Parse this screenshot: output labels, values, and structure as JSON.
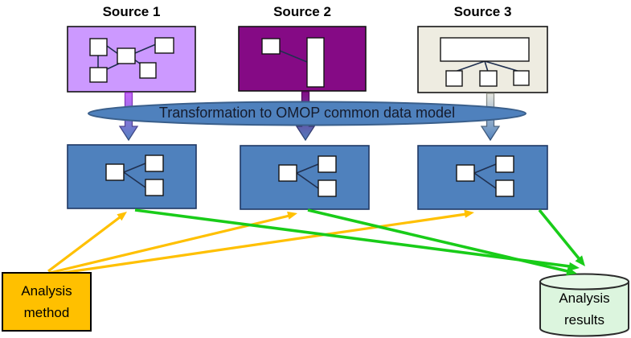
{
  "diagram": {
    "sources": [
      {
        "title": "Source 1"
      },
      {
        "title": "Source 2"
      },
      {
        "title": "Source 3"
      }
    ],
    "transformation_label": "Transformation to OMOP common data model",
    "analysis_method": {
      "line1": "Analysis",
      "line2": "method"
    },
    "analysis_results": {
      "line1": "Analysis",
      "line2": "results"
    }
  },
  "colors": {
    "source1_fill": "#CC99FF",
    "source1_stub": "#CC66FF",
    "source1_stub_dark": "#9933CC",
    "source2_fill": "#850A85",
    "source2_stub_dark": "#57045A",
    "source3_fill": "#EEECE1",
    "source3_stub_dark": "#99998C",
    "cdm_fill": "#4F81BD",
    "cdm_border": "#1F3864",
    "ellipse_fill": "#4F81BD",
    "ellipse_border": "#3A5F8B",
    "ellipse_text": "#151B2C",
    "arrow_blue": "#4F81BD",
    "arrow_blue_dark": "#2E4E79",
    "method_fill": "#FFC000",
    "method_border": "#000000",
    "yellow_arrow": "#FFC000",
    "green_arrow": "#19CC19",
    "cylinder_fill": "#DCF5DE",
    "cylinder_top_fill": "#E7F8E8",
    "cylinder_border": "#2B2B2B"
  }
}
